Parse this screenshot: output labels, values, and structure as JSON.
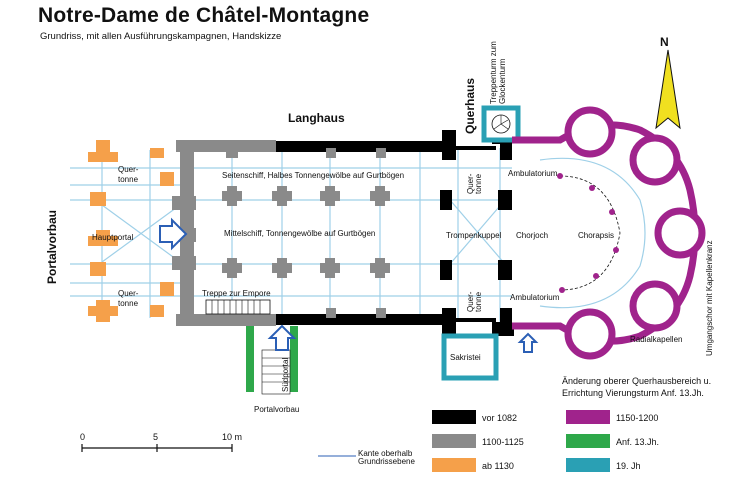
{
  "title": "Notre-Dame de Châtel-Montagne",
  "subtitle": "Grundriss,  mit allen Ausführungskampagnen, Handskizze",
  "labels": {
    "langhaus": "Langhaus",
    "querhaus": "Querhaus",
    "treppenturm_1": "Treppenturm zum",
    "treppenturm_2": "Glockenturm",
    "portalvorbau_side": "Portalvorbau",
    "portalvorbau_bottom": "Portalvorbau",
    "seitenschiff": "Seitenschiff, Halbes Tonnengewölbe auf Gurtbögen",
    "mittelschiff": "Mittelschiff, Tonnengewölbe auf Gurtbögen",
    "hauptportal": "Hauptportal",
    "treppe": "Treppe zur Empore",
    "sudportal": "Südportal",
    "quer": "Quer-",
    "tonne": "tonne",
    "trompenkuppel": "Trompenkuppel",
    "chorjoch": "Chorjoch",
    "chorapsis": "Chorapsis",
    "ambulatorium": "Ambulatorium",
    "sakristei": "Sakristei",
    "radialkapellen": "Radialkapellen",
    "umgangschor": "Umgangschor mit Kapellenkranz",
    "north": "N",
    "note_1": "Änderung oberer Querhausbereich u.",
    "note_2": "Errichtung Vierungsturm  Anf. 13.Jh.",
    "kante_1": "Kante oberhalb",
    "kante_2": "Grundrissebene"
  },
  "scale": {
    "ticks": [
      "0",
      "5",
      "10 m"
    ]
  },
  "legend": [
    {
      "label": "vor 1082",
      "color": "#000000"
    },
    {
      "label": "1100-1125",
      "color": "#8a8a8a"
    },
    {
      "label": "ab 1130",
      "color": "#f5a04a"
    },
    {
      "label": "1150-1200",
      "color": "#a0238c"
    },
    {
      "label": "Anf. 13.Jh.",
      "color": "#2ea84a"
    },
    {
      "label": "19. Jh",
      "color": "#2aa0b4"
    }
  ],
  "colors": {
    "grid": "#9fd0e8",
    "arrow": "#2b5fb5",
    "north": "#f0e020"
  }
}
